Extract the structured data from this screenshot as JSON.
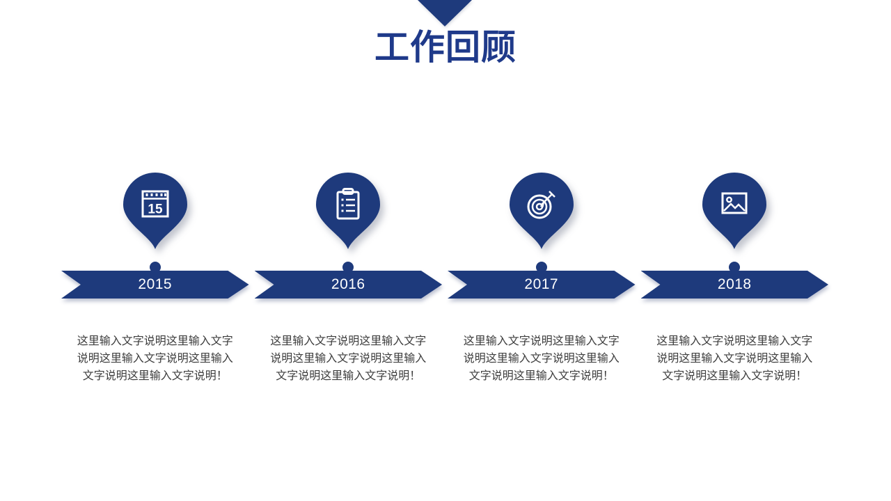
{
  "slide": {
    "title": "工作回顾",
    "colors": {
      "accent_navy": "#1e3a7c",
      "title_navy": "#1f3a8a",
      "year_text": "#ffffff",
      "body_text": "#3d3d3d"
    }
  },
  "timeline": {
    "milestones": [
      {
        "year": "2015",
        "icon": "calendar-icon",
        "calendar_day": "15",
        "description": "这里输入文字说明这里输入文字说明这里输入文字说明这里输入文字说明这里输入文字说明！"
      },
      {
        "year": "2016",
        "icon": "clipboard-icon",
        "description": "这里输入文字说明这里输入文字说明这里输入文字说明这里输入文字说明这里输入文字说明！"
      },
      {
        "year": "2017",
        "icon": "target-icon",
        "description": "这里输入文字说明这里输入文字说明这里输入文字说明这里输入文字说明这里输入文字说明！"
      },
      {
        "year": "2018",
        "icon": "picture-icon",
        "description": "这里输入文字说明这里输入文字说明这里输入文字说明这里输入文字说明这里输入文字说明！"
      }
    ]
  }
}
